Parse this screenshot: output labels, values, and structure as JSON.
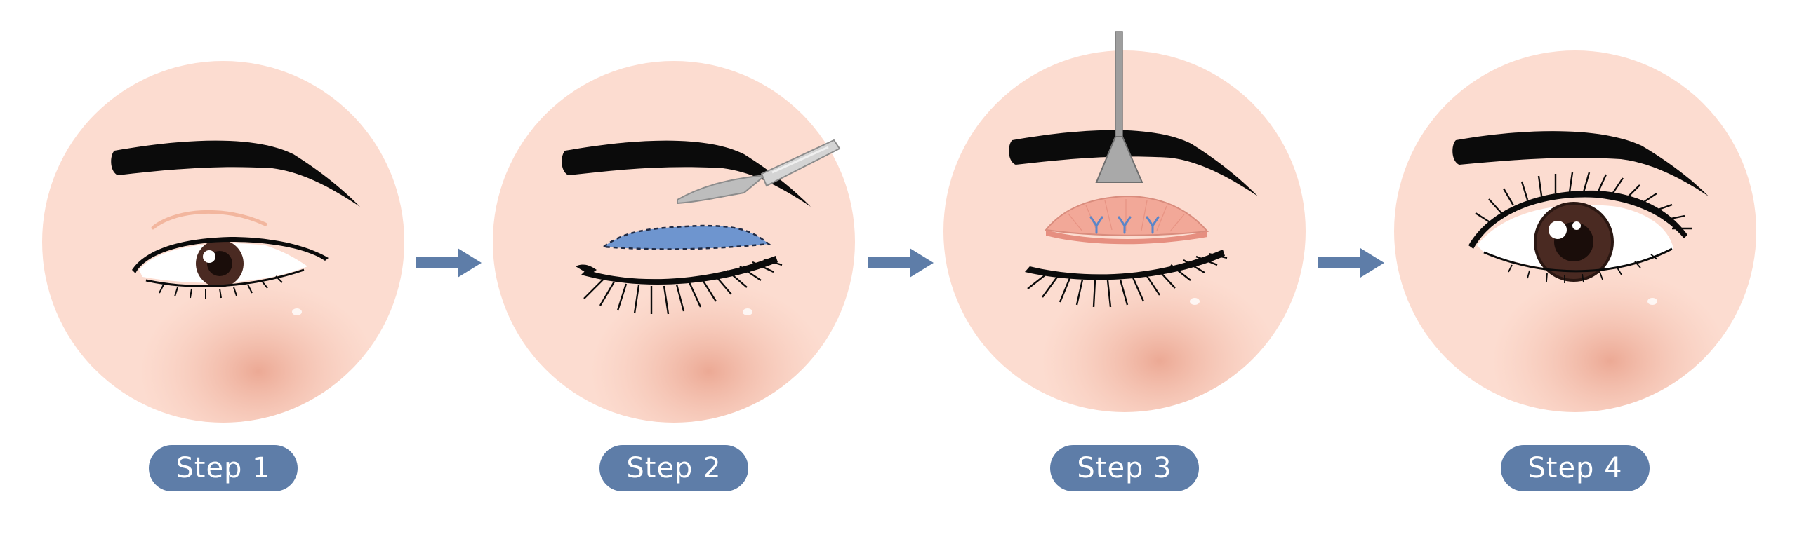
{
  "colors": {
    "skin": "#FCDCD0",
    "cheek": "#EDA892",
    "pill": "#5E7DA8",
    "arrow": "#5E7DA8",
    "brow": "#0B0B0B",
    "iris": "#4A2A22",
    "incision": "#6E95CF",
    "tissue": "#F2A898",
    "steel": "#A9A9A9",
    "suture": "#5C86C8"
  },
  "steps": [
    {
      "label": "Step 1",
      "stage": "droopy-eyelid"
    },
    {
      "label": "Step 2",
      "stage": "incision-marking"
    },
    {
      "label": "Step 3",
      "stage": "suturing"
    },
    {
      "label": "Step 4",
      "stage": "result"
    }
  ]
}
